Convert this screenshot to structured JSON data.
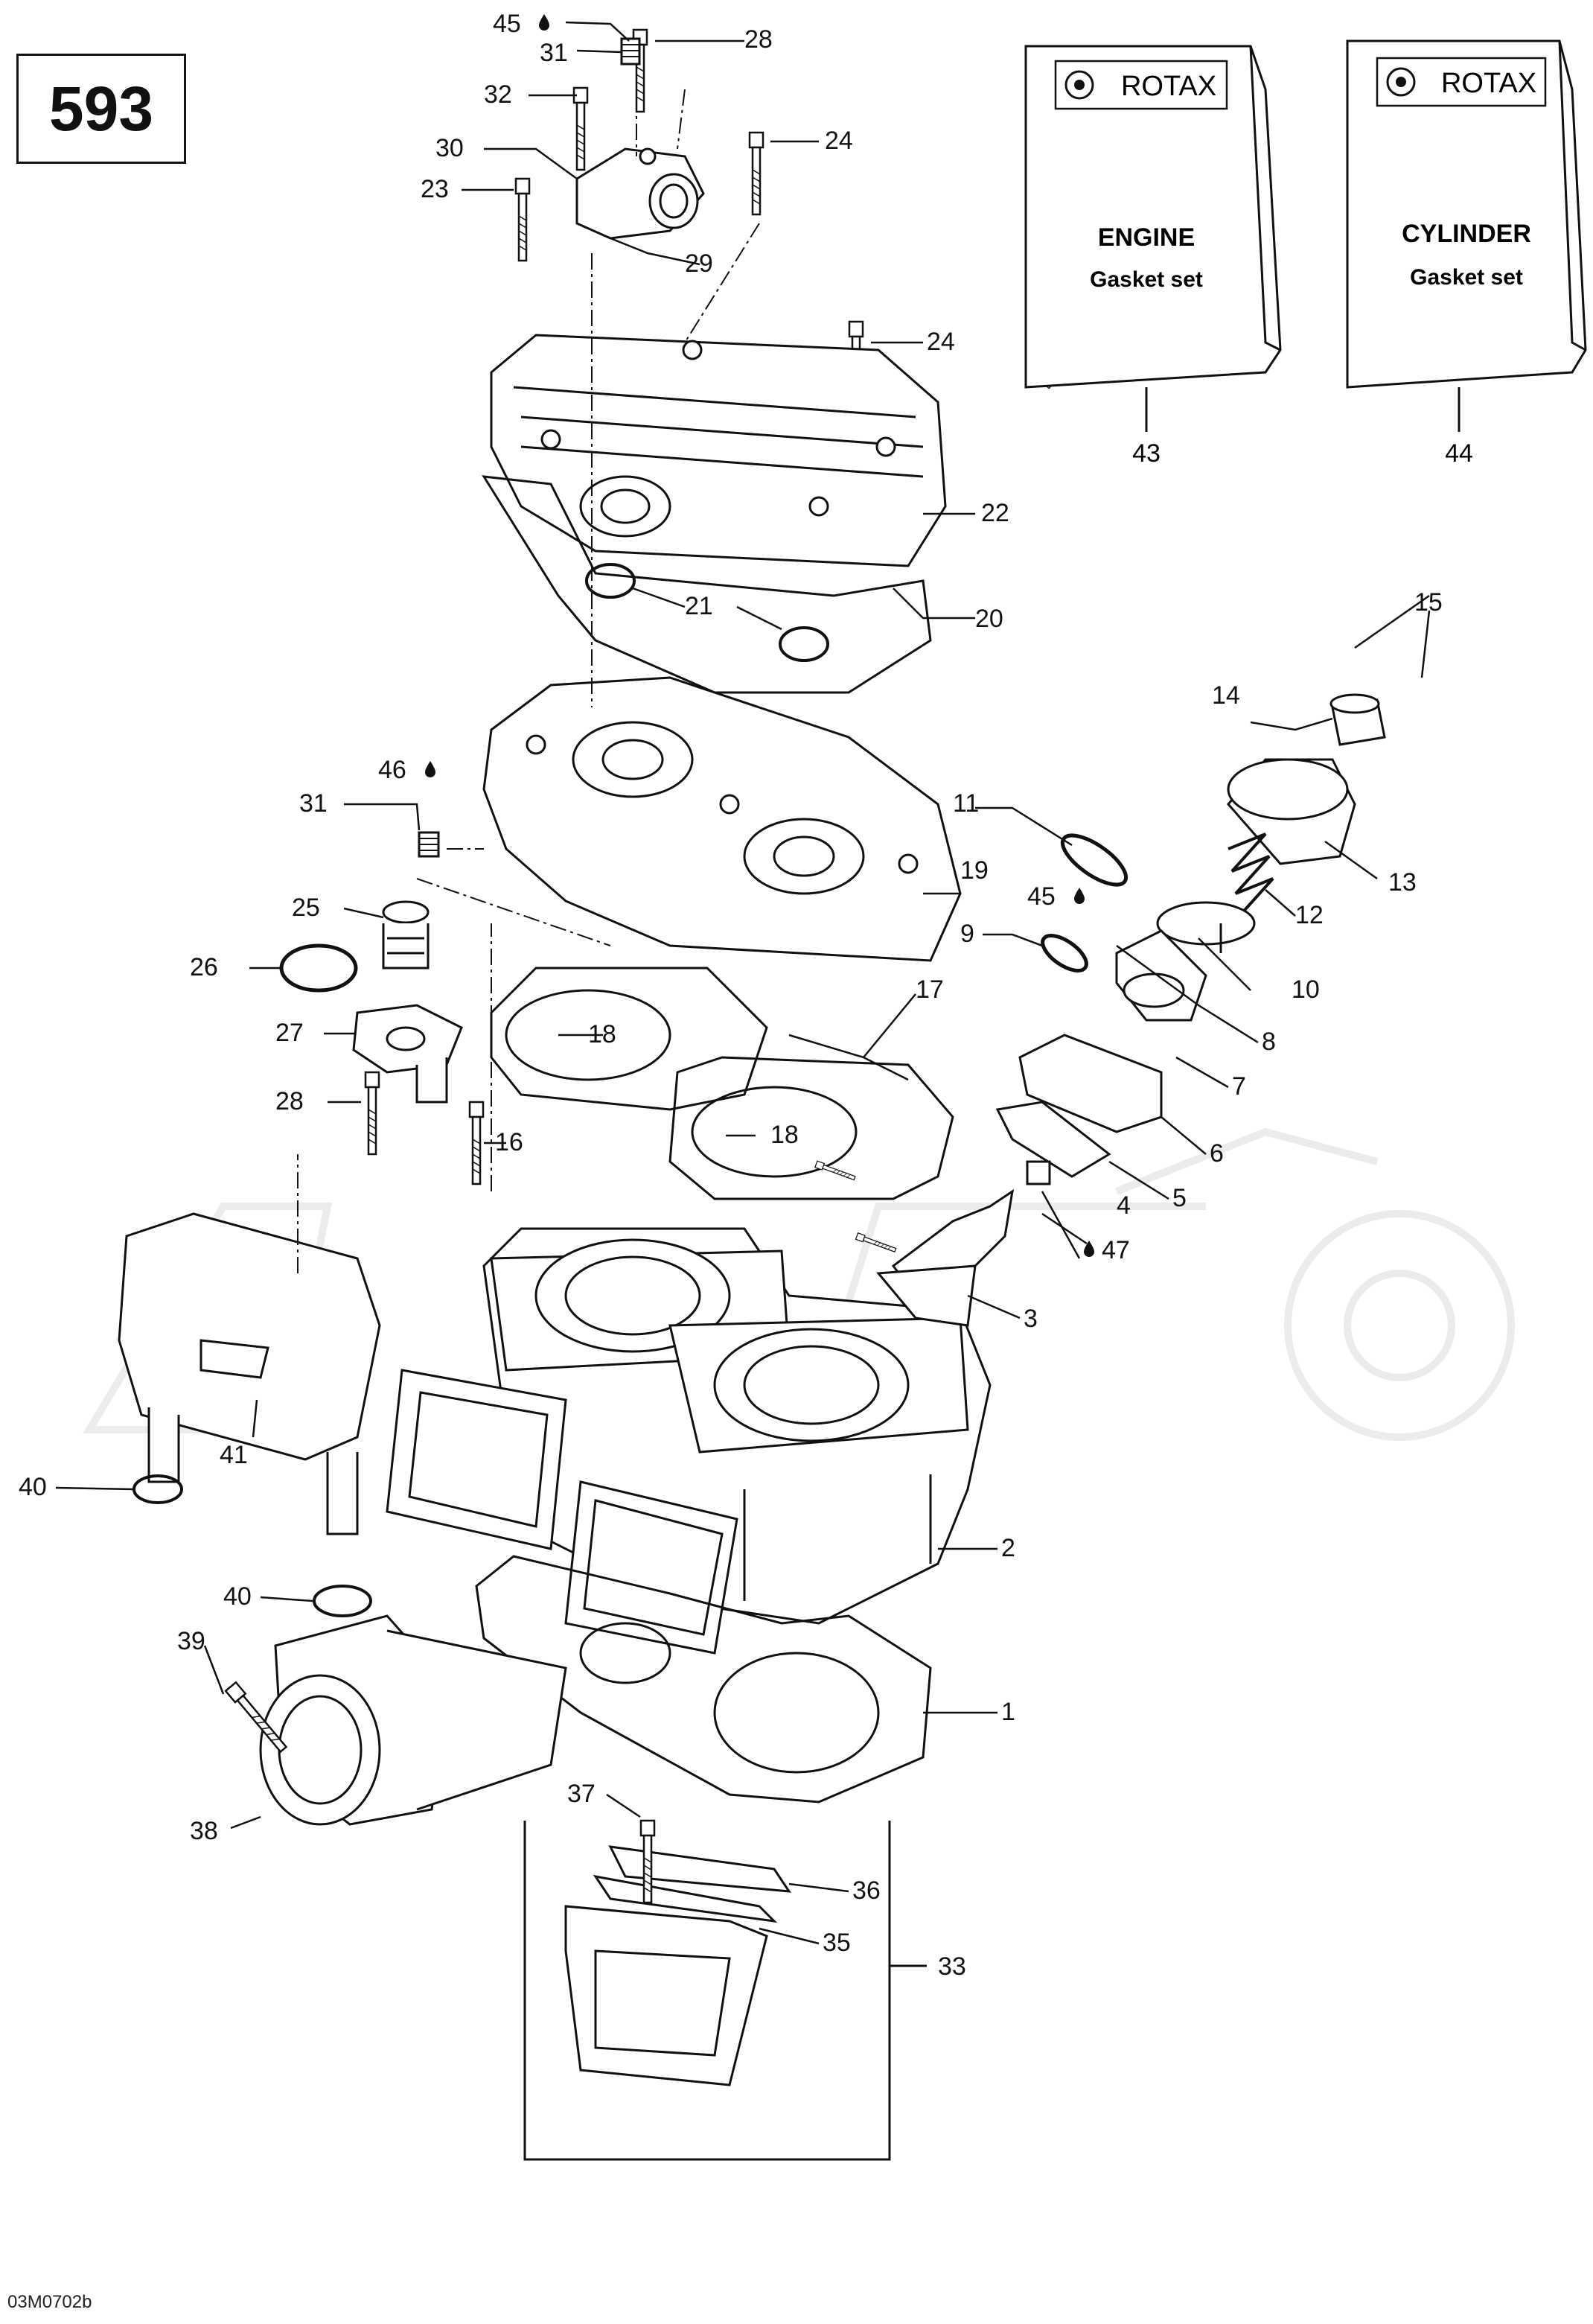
{
  "diagram": {
    "engine_number": "593",
    "figure_code": "03M0702b",
    "watermark_text": "",
    "boxes": [
      {
        "brand": "ROTAX",
        "line1": "ENGINE",
        "line2": "Gasket set",
        "ref": "43"
      },
      {
        "brand": "ROTAX",
        "line1": "CYLINDER",
        "line2": "Gasket set",
        "ref": "44"
      }
    ],
    "callouts": [
      "45",
      "31",
      "28",
      "32",
      "30",
      "23",
      "24",
      "29",
      "24",
      "22",
      "20",
      "21",
      "15",
      "14",
      "46",
      "31",
      "11",
      "13",
      "12",
      "25",
      "26",
      "45",
      "9",
      "19",
      "10",
      "17",
      "18",
      "27",
      "8",
      "7",
      "28",
      "18",
      "6",
      "16",
      "5",
      "4",
      "47",
      "3",
      "41",
      "2",
      "40",
      "40",
      "39",
      "1",
      "37",
      "38",
      "36",
      "35",
      "33"
    ],
    "icons": {
      "sealant": "oil-drop-icon",
      "gear": "gear-logo-icon"
    }
  }
}
